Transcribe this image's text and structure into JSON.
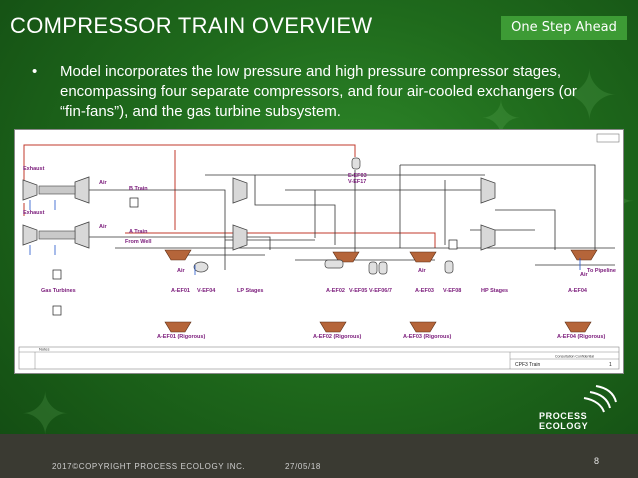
{
  "slide": {
    "title": "COMPRESSOR TRAIN OVERVIEW",
    "badge": "One Step Ahead",
    "bullet_symbol": "•",
    "bullet_text": "Model incorporates the low pressure and high pressure compressor stages, encompassing four separate compressors, and four air-cooled exchangers (or “fin-fans”), and the gas turbine subsystem.",
    "copyright": "2017©COPYRIGHT PROCESS ECOLOGY INC.",
    "date": "27/05/18",
    "page_number": "8",
    "logo_text": "PROCESS ECOLOGY"
  },
  "diagram": {
    "labels": {
      "exhaust_top": "Exhaust",
      "exhaust_bottom": "Exhaust",
      "air_1": "Air",
      "air_2": "Air",
      "air_3": "Air",
      "air_4": "Air",
      "air_5": "Air",
      "b_train": "B Train",
      "a_train": "A Train",
      "from_well": "From Well",
      "e_ef03": "E-EF03",
      "v_ef17": "V-EF17",
      "gas_turbines": "Gas Turbines",
      "a_ef01": "A-EF01",
      "v_ef04": "V-EF04",
      "lp_stages": "LP Stages",
      "a_ef02": "A-EF02",
      "v_ef05": "V-EF05",
      "v_ef06_7": "V-EF06/7",
      "a_ef03": "A-EF03",
      "v_ef08": "V-EF08",
      "hp_stages": "HP Stages",
      "a_ef04": "A-EF04",
      "to_pipeline": "To Pipeline",
      "rig_1": "A-EF01 (Rigorous)",
      "rig_2": "A-EF02 (Rigorous)",
      "rig_3": "A-EF03 (Rigorous)",
      "rig_4": "A-EF04 (Rigorous)",
      "notes": "Notes",
      "cpf_train": "CPF3 Train",
      "sheet_no": "1",
      "consultation": "Consultation Confidential"
    }
  }
}
